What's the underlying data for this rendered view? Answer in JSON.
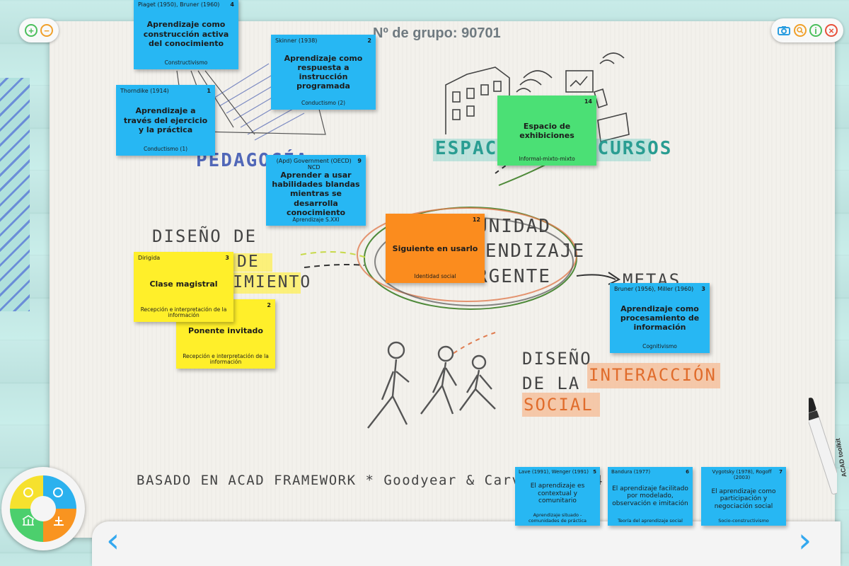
{
  "title": "Nº de grupo: 90701",
  "sketch_text": {
    "pedagogia": "PEDAGOGÍA",
    "espacios": "ESPACIOS Y RECURSOS",
    "diseno_de": "DISEÑO DE",
    "de": "DE",
    "conocimiento": "CONOCIMIENTO",
    "comunidad": "COMUNIDAD",
    "aprendizaje": "DE APRENDIZAJE",
    "emergente": "EMERGENTE",
    "metas": "METAS",
    "diseno": "DISEÑO",
    "de_la": "DE LA",
    "interaccion": "INTERACCIÓN",
    "social": "SOCIAL",
    "footer": "BASADO EN ACAD FRAMEWORK * Goodyear & Carvalho 2014"
  },
  "cards": [
    {
      "top": "Piaget (1950), Bruner (1960)",
      "num": "4",
      "main": "Aprendizaje como construcción activa del conocimiento",
      "sub": "Constructivismo",
      "color": "blue"
    },
    {
      "top": "Skinner (1938)",
      "num": "2",
      "main": "Aprendizaje como respuesta a instrucción programada",
      "sub": "Conductismo (2)",
      "color": "blue"
    },
    {
      "top": "Thorndike (1914)",
      "num": "1",
      "main": "Aprendizaje a través del ejercicio y la práctica",
      "sub": "Conductismo (1)",
      "color": "blue"
    },
    {
      "top": "(Apd) Government (OECD) NCD",
      "num": "9",
      "main": "Aprender a usar habilidades blandas mientras se desarrolla conocimiento",
      "sub": "Aprendizaje S.XXI",
      "color": "blue"
    },
    {
      "top": "",
      "num": "14",
      "main": "Espacio de exhibiciones",
      "sub": "Informal-mixto-mixto",
      "color": "green"
    },
    {
      "top": "",
      "num": "12",
      "main": "Siguiente en usarlo",
      "sub": "Identidad social",
      "color": "orange"
    },
    {
      "top": "Dirigida",
      "num": "3",
      "main": "Clase magistral",
      "sub": "Recepción e interpretación de la información",
      "color": "yellow"
    },
    {
      "top": "",
      "num": "2",
      "main": "Ponente invitado",
      "sub": "Recepción e interpretación de la información",
      "color": "yellow"
    },
    {
      "top": "Bruner (1956), Miller (1960)",
      "num": "3",
      "main": "Aprendizaje como procesamiento de información",
      "sub": "Cognitivismo",
      "color": "blue"
    },
    {
      "top": "Lave (1991), Wenger (1991)",
      "num": "5",
      "main": "El aprendizaje es contextual y comunitario",
      "sub": "Aprendizaje situado - comunidades de práctica",
      "color": "blue"
    },
    {
      "top": "Bandura (1977)",
      "num": "6",
      "main": "El aprendizaje facilitado por modelado, observación e imitación",
      "sub": "Teoría del aprendizaje social",
      "color": "blue"
    },
    {
      "top": "Vygotsky (1978), Rogoff (2003)",
      "num": "7",
      "main": "El aprendizaje como participación y negociación social",
      "sub": "Socio-constructivismo",
      "color": "blue"
    }
  ],
  "toolbar": {
    "zoom_in": "+",
    "zoom_out": "−",
    "camera": "camera-icon",
    "search": "search-icon",
    "info": "i",
    "close": "×"
  },
  "nav": {
    "prev": "‹",
    "next": "›"
  },
  "marker_label": "ACAD toolkit",
  "colors": {
    "blue": "#27b7f3",
    "yellow": "#ffef2a",
    "green": "#4be075",
    "orange": "#fb8c1e",
    "accent": "#33a8ef"
  }
}
